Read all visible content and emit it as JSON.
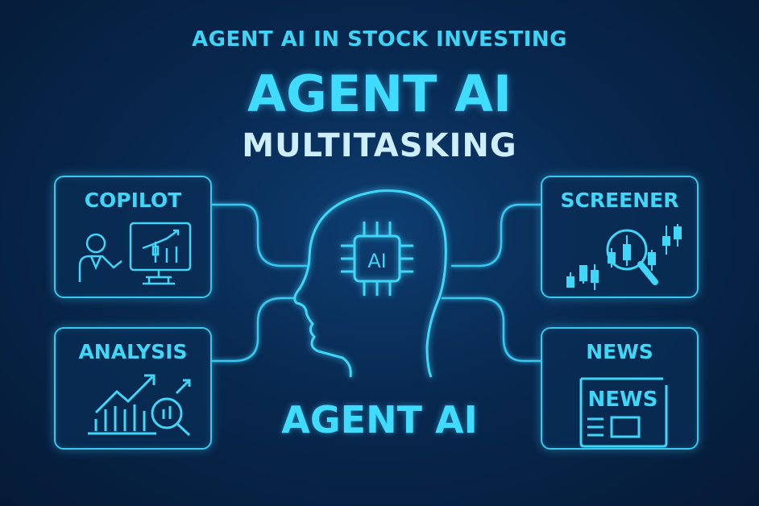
{
  "header": {
    "subtitle": "AGENT AI IN STOCK INVESTING",
    "title": "AGENT AI",
    "tagline": "MULTITASKING"
  },
  "center": {
    "label": "AGENT AI",
    "chip_text": "AI",
    "icon": "ai-head-chip-icon"
  },
  "nodes": [
    {
      "label": "COPILOT",
      "icon": "presenter-chart-icon",
      "position": "top-left"
    },
    {
      "label": "ANALYSIS",
      "icon": "chart-magnifier-icon",
      "position": "bottom-left"
    },
    {
      "label": "SCREENER",
      "icon": "candlestick-magnifier-icon",
      "position": "top-right"
    },
    {
      "label": "NEWS",
      "icon": "newspaper-icon",
      "position": "bottom-right",
      "icon_text": "NEWS"
    }
  ],
  "colors": {
    "accent": "#3fd6f7",
    "background": "#08284f",
    "tagline": "#cdeefa"
  }
}
